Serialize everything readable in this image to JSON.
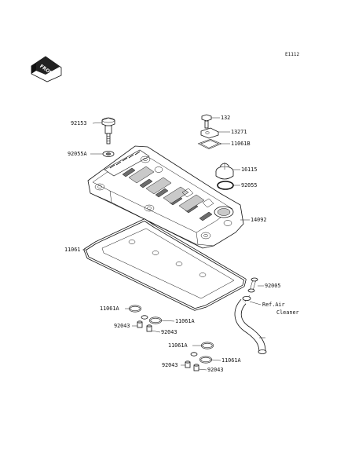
{
  "diagram_code": "E1112",
  "front_label": "FRONT",
  "labels": {
    "bolt_92153": "92153",
    "washer_92055a": "92055A",
    "bolt_132": "132",
    "cap_13271": "13271",
    "gasket_11061b": "11061B",
    "cap_16115": "16115",
    "oring_92055": "92055",
    "cover_14092": "14092",
    "gasket_11061": "11061",
    "hose_92005": "92005",
    "ref_air_line1": "Ref.Air",
    "ref_air_line2": "Cleaner",
    "g11061a_1": "11061A",
    "g11061a_2": "11061A",
    "g92043_1": "92043",
    "g92043_2": "92043",
    "g11061a_3": "11061A",
    "g11061a_4": "11061A",
    "g92043_3": "92043",
    "g92043_4": "92043"
  }
}
